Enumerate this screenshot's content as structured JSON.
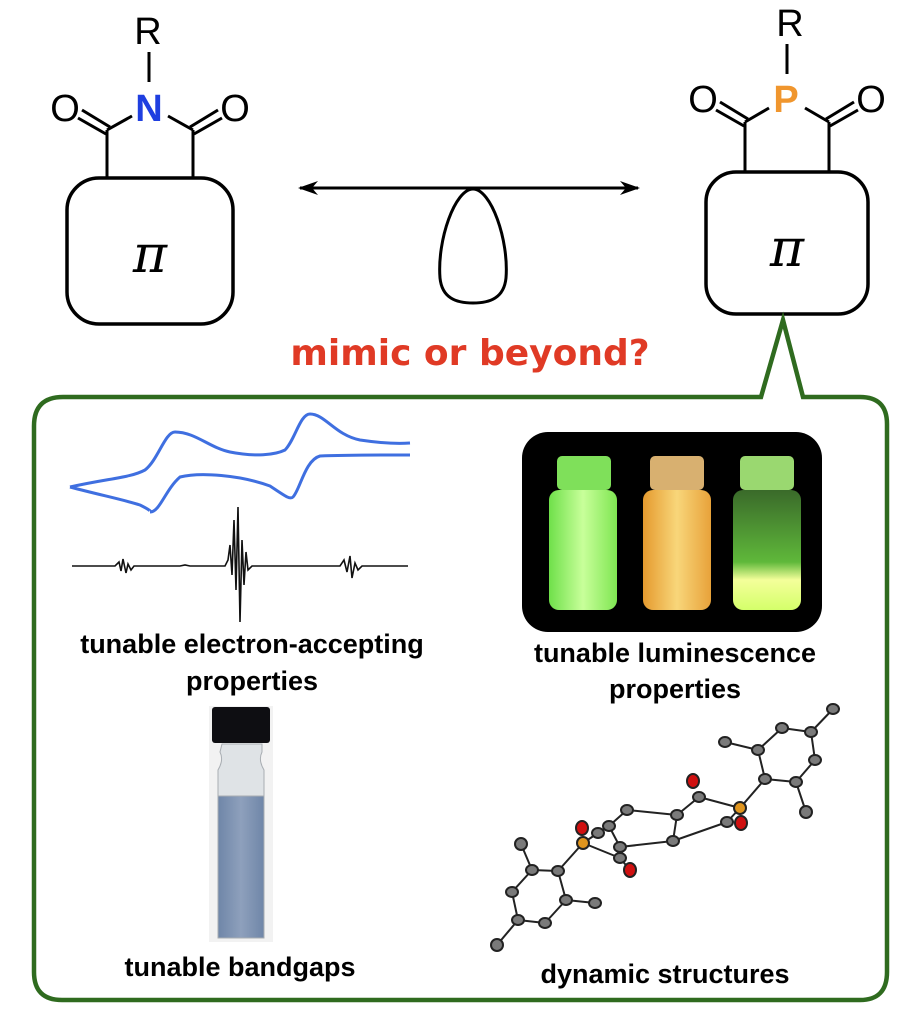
{
  "left_structure": {
    "substituent": "R",
    "heteroatom": "N",
    "oxygen_left": "O",
    "oxygen_right": "O",
    "core": "π",
    "heteroatom_color": "#1f3fe0"
  },
  "right_structure": {
    "substituent": "R",
    "heteroatom": "P",
    "oxygen_left": "O",
    "oxygen_right": "O",
    "core": "π",
    "heteroatom_color": "#f0962e"
  },
  "center": {
    "balance_icon": "seesaw-balance-icon",
    "question": "mimic or beyond?",
    "question_color": "#e03a25"
  },
  "panel": {
    "border_color": "#2f6b1f",
    "items": [
      {
        "caption_line1": "tunable electron-accepting",
        "caption_line2": "properties",
        "graphic": "cyclic-voltammogram-and-epr-spectrum"
      },
      {
        "caption_line1": "tunable luminescence",
        "caption_line2": "properties",
        "graphic": "luminescent-vials-photo"
      },
      {
        "caption_line1": "tunable bandgaps",
        "graphic": "cuvette-photo"
      },
      {
        "caption_line1": "dynamic structures",
        "graphic": "crystal-structure"
      }
    ],
    "cv_color": "#3f6fe0",
    "vial_colors": [
      "#9cf56a",
      "#f2c25a",
      "#d8f56a"
    ],
    "cuvette_color": "#7f92b0"
  }
}
